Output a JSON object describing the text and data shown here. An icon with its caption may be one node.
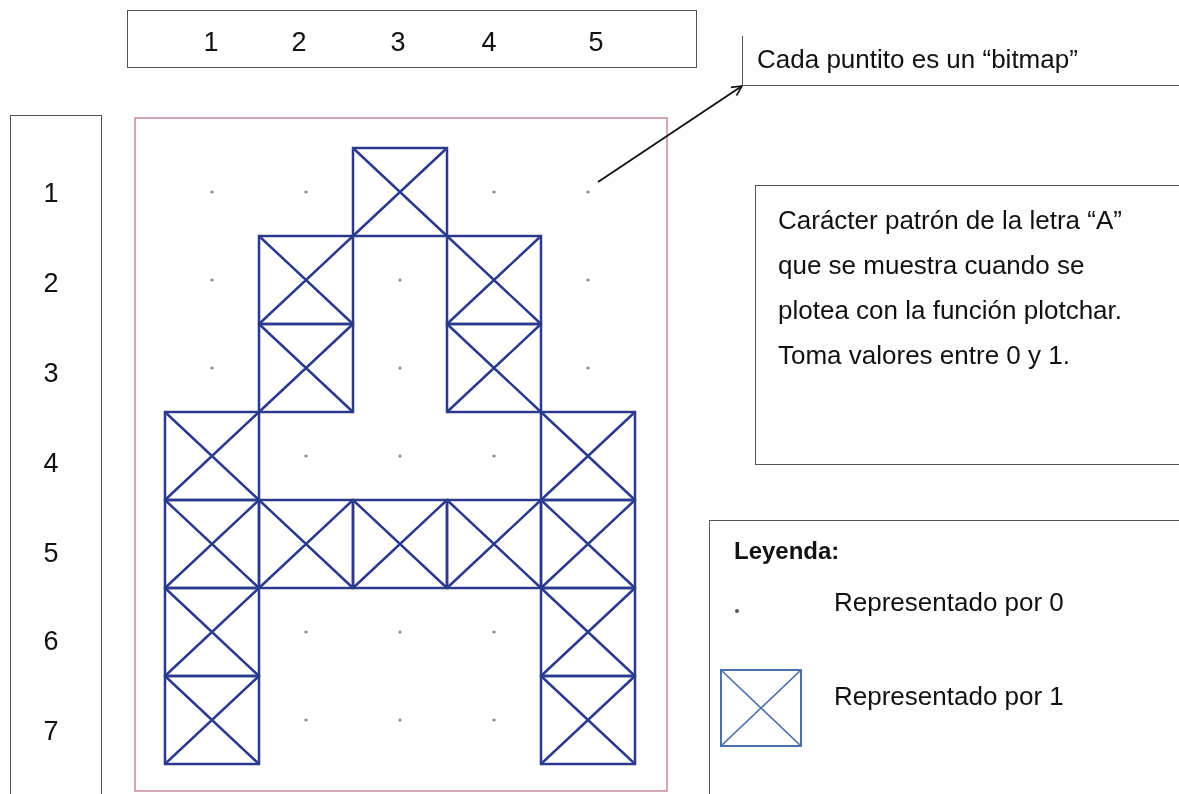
{
  "diagram": {
    "nodes": [
      {
        "text": [
          "1",
          "2",
          "3",
          "4",
          "5"
        ]
      },
      {
        "text": [
          "Cada puntito es un “bitmap”"
        ]
      },
      {
        "text": [
          "1",
          "2",
          "3",
          "4",
          "5",
          "6",
          "7"
        ]
      },
      {
        "text": [],
        "shape": "circle"
      },
      {
        "text": [
          "Carácter patrón de la letra “A” que se muestra cuando se plotea con la función plotchar. Toma valores entre 0 y 1."
        ]
      }
    ],
    "edges": [
      {
        "from": 3,
        "to": 1,
        "arrow": "to"
      }
    ],
    "labels": [
      "Leyenda:"
    ],
    "legend": [
      {
        "text": "Representado por 0"
      },
      {
        "text": "Representado por 1"
      }
    ]
  }
}
